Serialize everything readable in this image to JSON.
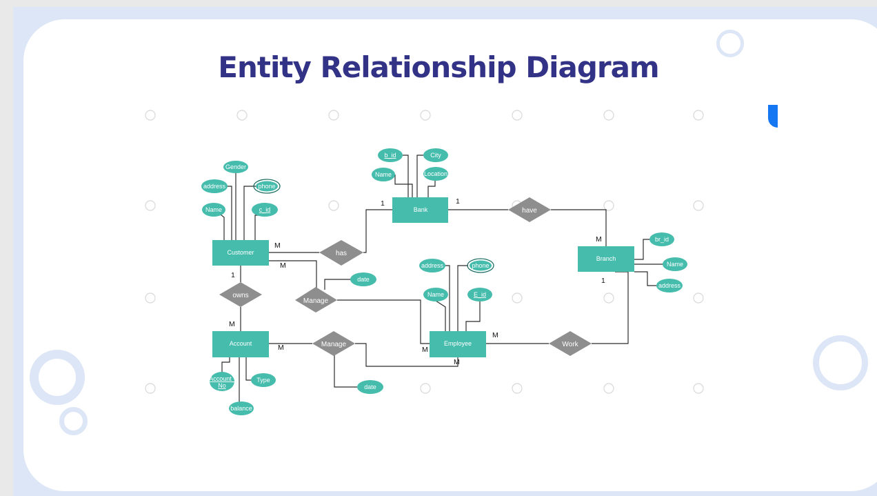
{
  "slide": {
    "title": "Entity Relationship Diagram",
    "colors": {
      "title": "#323286",
      "entity": "#45bcac",
      "relationship": "#8e8e8e",
      "accent": "#1677f2",
      "background": "#dce6f6"
    }
  },
  "diagram": {
    "entities": {
      "customer": "Customer",
      "bank": "Bank",
      "branch": "Branch",
      "account": "Account",
      "employee": "Employee"
    },
    "relationships": {
      "has": "has",
      "have": "have",
      "owns": "owns",
      "manage_1": "Manage",
      "manage_2": "Manage",
      "work": "Work"
    },
    "attributes": {
      "customer": {
        "gender": "Gender",
        "address": "address",
        "phone": "phone",
        "name": "Name",
        "c_id": "c_id"
      },
      "bank": {
        "b_id": "b_id",
        "city": "City",
        "name": "Name",
        "location": "Location"
      },
      "branch": {
        "br_id": "br_id",
        "name": "Name",
        "address": "address"
      },
      "account": {
        "account_no_1": "Account_",
        "account_no_2": "No",
        "type": "Type",
        "balance": "balance"
      },
      "employee": {
        "address": "address",
        "phone": "phone",
        "name": "Name",
        "e_id": "E_id"
      },
      "manage_1": {
        "date": "date"
      },
      "manage_2": {
        "date": "date"
      }
    },
    "cardinalities": {
      "customer_has": "M",
      "bank_has": "1",
      "bank_have": "1",
      "branch_have": "M",
      "customer_manage": "M",
      "customer_owns": "1",
      "account_owns": "M",
      "account_manage": "M",
      "employee_manage_1": "M",
      "employee_manage_2": "M",
      "employee_work": "M",
      "branch_work": "1"
    }
  }
}
